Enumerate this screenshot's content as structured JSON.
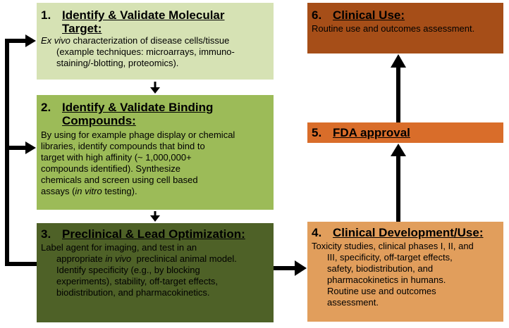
{
  "colors": {
    "step1": "#d6e2b4",
    "step2": "#9cbb58",
    "step3": "#4e6127",
    "step4": "#e19e5c",
    "step5": "#d96d2a",
    "step6": "#a64e18",
    "connector": "#000000"
  },
  "steps": [
    {
      "number": "1.",
      "title_lines": [
        "Identify & Validate Molecular",
        "Target:"
      ],
      "lines": [
        {
          "segments": [
            {
              "text": "Ex vivo",
              "italic": true
            },
            {
              "text": " characterization of disease cells/tissue"
            }
          ]
        },
        {
          "segments": [
            {
              "text": "(example techniques: microarrays, immuno-"
            }
          ]
        },
        {
          "segments": [
            {
              "text": "staining/-blotting, proteomics)."
            }
          ]
        }
      ]
    },
    {
      "number": "2.",
      "title_lines": [
        "Identify & Validate Binding",
        "Compounds:"
      ],
      "lines": [
        {
          "segments": [
            {
              "text": "By using for example phage display or chemical"
            }
          ]
        },
        {
          "segments": [
            {
              "text": "libraries, identify compounds that bind to"
            }
          ]
        },
        {
          "segments": [
            {
              "text": "target with high affinity (~ 1,000,000+"
            }
          ]
        },
        {
          "segments": [
            {
              "text": "compounds identified). Synthesize"
            }
          ]
        },
        {
          "segments": [
            {
              "text": "chemicals and screen using cell based"
            }
          ]
        },
        {
          "segments": [
            {
              "text": "assays ("
            },
            {
              "text": "in vitro",
              "italic": true
            },
            {
              "text": " testing)."
            }
          ]
        }
      ]
    },
    {
      "number": "3.",
      "title_lines": [
        "Preclinical & Lead Optimization:"
      ],
      "lines": [
        {
          "segments": [
            {
              "text": "Label agent for imaging, and test in an"
            }
          ]
        },
        {
          "segments": [
            {
              "text": "appropriate "
            },
            {
              "text": "in vivo",
              "italic": true
            },
            {
              "text": "  preclinical animal model."
            }
          ]
        },
        {
          "segments": [
            {
              "text": "Identify specificity (e.g., by blocking"
            }
          ]
        },
        {
          "segments": [
            {
              "text": "experiments), stability, off-target effects,"
            }
          ]
        },
        {
          "segments": [
            {
              "text": "biodistribution, and pharmacokinetics."
            }
          ]
        }
      ]
    },
    {
      "number": "4.",
      "title_lines": [
        "Clinical Development/Use:"
      ],
      "lines": [
        {
          "segments": [
            {
              "text": "Toxicity studies, clinical phases I, II, and"
            }
          ]
        },
        {
          "segments": [
            {
              "text": "III, specificity, off-target effects,"
            }
          ]
        },
        {
          "segments": [
            {
              "text": "safety, biodistribution, and"
            }
          ]
        },
        {
          "segments": [
            {
              "text": "pharmacokinetics in humans."
            }
          ]
        },
        {
          "segments": [
            {
              "text": "Routine use and outcomes"
            }
          ]
        },
        {
          "segments": [
            {
              "text": "assessment."
            }
          ]
        }
      ]
    },
    {
      "number": "5.",
      "title_lines": [
        "FDA approval"
      ],
      "lines": []
    },
    {
      "number": "6.",
      "title_lines": [
        "Clinical Use:"
      ],
      "lines": [
        {
          "segments": [
            {
              "text": "Routine use and outcomes assessment."
            }
          ]
        }
      ]
    }
  ]
}
